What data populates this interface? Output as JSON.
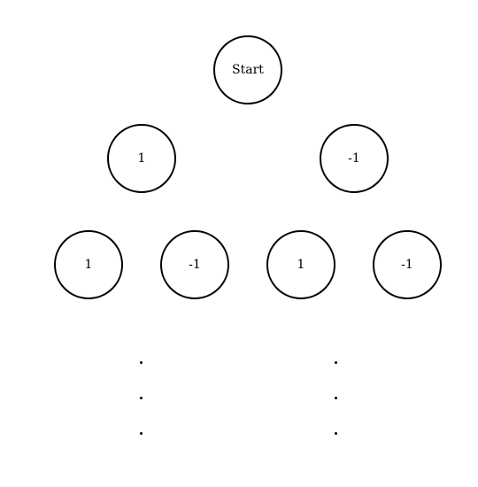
{
  "tree": {
    "root": {
      "label": "Start"
    },
    "level1": [
      {
        "label": "1"
      },
      {
        "label": "-1"
      }
    ],
    "level2": [
      {
        "label": "1"
      },
      {
        "label": "-1"
      },
      {
        "label": "1"
      },
      {
        "label": "-1"
      }
    ]
  }
}
